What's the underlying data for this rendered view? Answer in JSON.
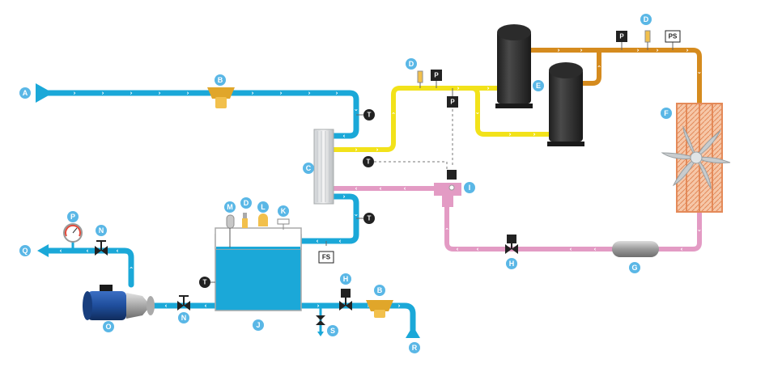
{
  "colors": {
    "water": "#1ba8d8",
    "liquid_line": "#f2e21a",
    "hot_gas": "#d58b1e",
    "refrigerant_low": "#e39bc4",
    "compressor": "#3a3a3a",
    "label_bubble": "#5ab7e6",
    "pump_blue": "#1f4e9c"
  },
  "labels": {
    "A": "A",
    "B1": "B",
    "B2": "B",
    "C": "C",
    "D1": "D",
    "D2": "D",
    "D3": "D",
    "E": "E",
    "F": "F",
    "G": "G",
    "H1": "H",
    "H2": "H",
    "I": "I",
    "J": "J",
    "K": "K",
    "L": "L",
    "M": "M",
    "N1": "N",
    "N2": "N",
    "O": "O",
    "P": "P",
    "Q": "Q",
    "R": "R",
    "S": "S"
  },
  "sensor_tags": {
    "T1": "T",
    "T2": "T",
    "T3": "T",
    "T4": "T",
    "P1": "P",
    "P2": "P",
    "P3": "P",
    "PS": "PS",
    "FS": "FS"
  }
}
